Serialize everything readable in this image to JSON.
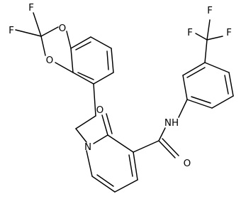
{
  "molecule": {
    "atoms": {
      "f_cf2_left": "F",
      "f_cf2_top": "F",
      "o_dioxole_upper": "O",
      "o_dioxole_lower": "O",
      "n_pyridone": "N",
      "o_pyridone_carbonyl": "O",
      "nh_amide": "NH",
      "o_amide_carbonyl": "O",
      "f_cf3_left": "F",
      "f_cf3_top": "F",
      "f_cf3_right": "F"
    }
  }
}
